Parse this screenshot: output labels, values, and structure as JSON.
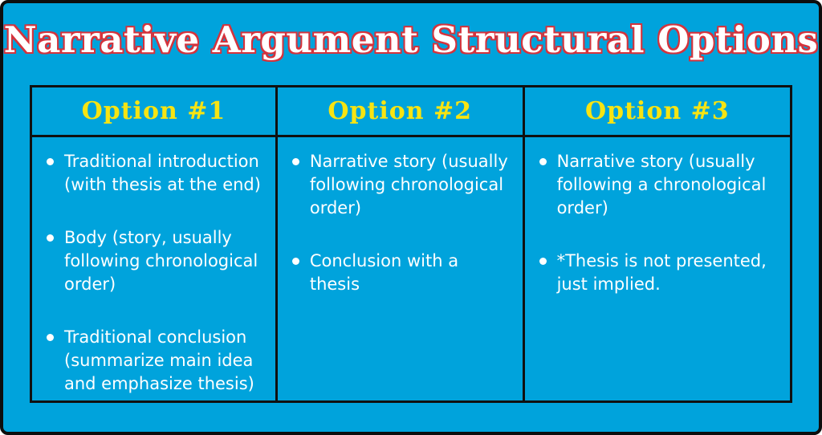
{
  "title": "Narrative Argument Structural Options",
  "table": {
    "columns": [
      {
        "header": "Option #1",
        "bullets": [
          "Traditional introduction (with thesis at the end)",
          "Body (story, usually following chronological order)",
          "Traditional conclusion (summarize main idea and emphasize thesis)"
        ]
      },
      {
        "header": "Option #2",
        "bullets": [
          "Narrative story (usually following chronological order)",
          "Conclusion with a thesis"
        ]
      },
      {
        "header": "Option #3",
        "bullets": [
          "Narrative story (usually following a chronological order)",
          "*Thesis is not presented, just implied."
        ]
      }
    ]
  },
  "colors": {
    "background": "#00a3dc",
    "frame_border": "#0d0d0d",
    "table_border": "#101010",
    "title_fill": "#ffffff",
    "title_outline": "#d5333c",
    "header_text": "#f7e412",
    "body_text": "#ffffff"
  }
}
